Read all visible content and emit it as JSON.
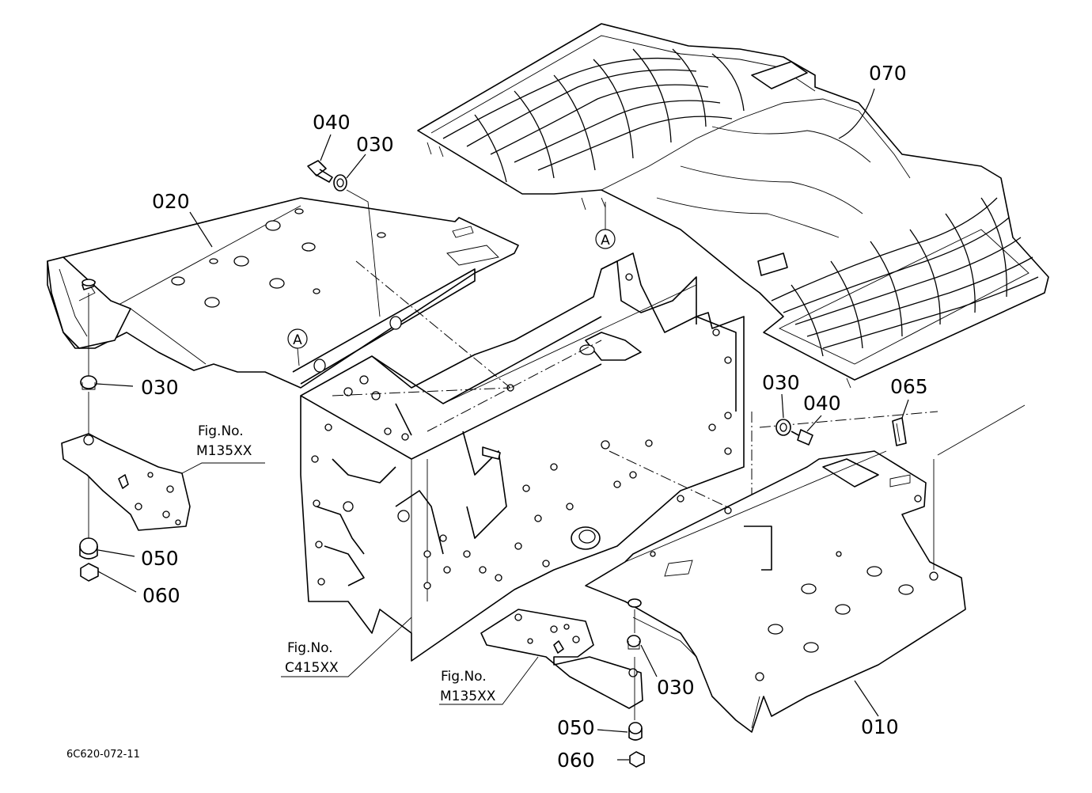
{
  "callouts": {
    "p010": "010",
    "p020": "020",
    "p030_a": "030",
    "p030_b": "030",
    "p030_c": "030",
    "p030_d": "030",
    "p040_a": "040",
    "p040_b": "040",
    "p050_a": "050",
    "p050_b": "050",
    "p060_a": "060",
    "p060_b": "060",
    "p065": "065",
    "p070": "070"
  },
  "refs": {
    "fig1_line1": "Fig.No.",
    "fig1_line2": "M135XX",
    "fig2_line1": "Fig.No.",
    "fig2_line2": "C415XX",
    "fig3_line1": "Fig.No.",
    "fig3_line2": "M135XX"
  },
  "markers": {
    "a_upper": "A",
    "a_lower": "A"
  },
  "diagram_code": "6C620-072-11"
}
